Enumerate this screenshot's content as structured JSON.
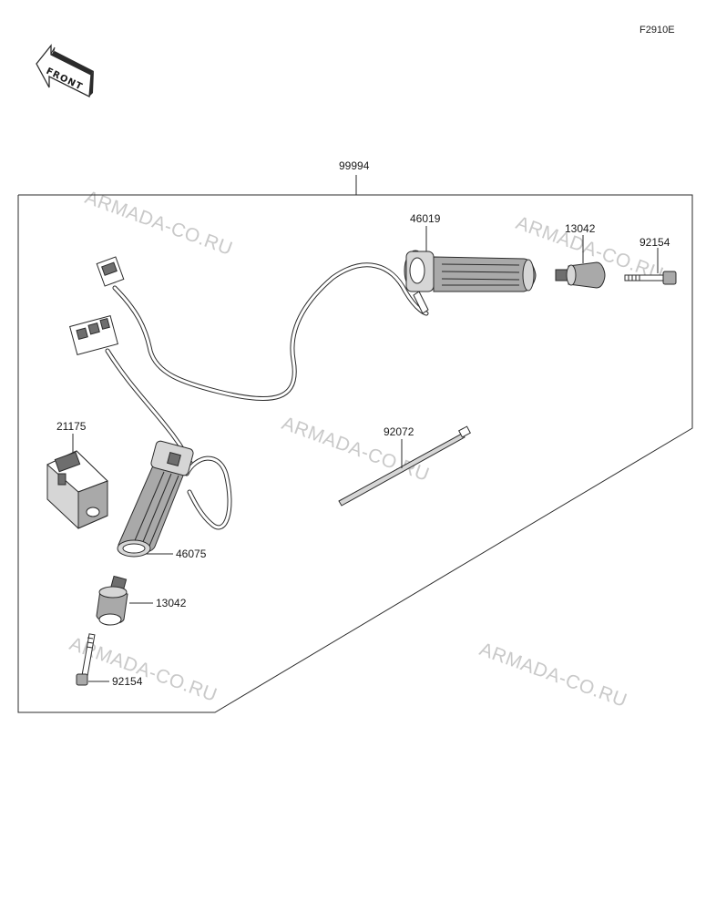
{
  "figure_code": "F2910E",
  "front_label": "FRONT",
  "watermark_text": "ARMADA-CO.RU",
  "parts": {
    "kit": "99994",
    "grip_right": "46019",
    "grip_left": "46075",
    "weight_right": "13042",
    "weight_left": "13042",
    "bolt_right": "92154",
    "bolt_left": "92154",
    "controller": "21175",
    "cable_tie": "92072"
  },
  "colors": {
    "line": "#2b2b2b",
    "watermark": "#c9c9c9",
    "background": "#ffffff"
  }
}
